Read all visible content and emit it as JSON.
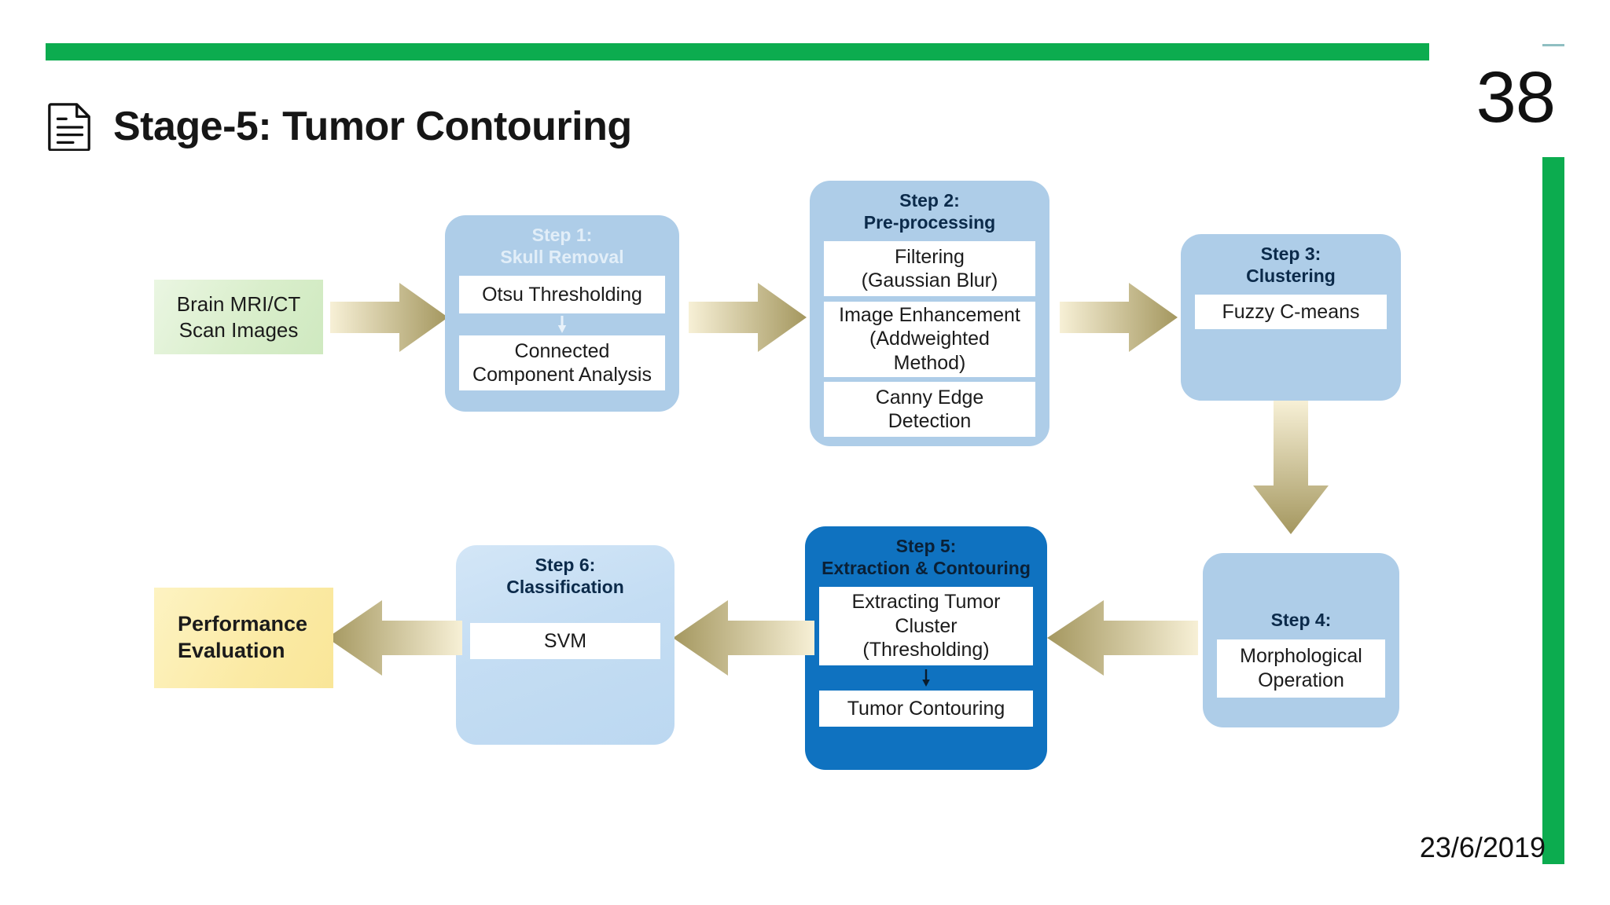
{
  "slide": {
    "title": "Stage-5: Tumor Contouring",
    "number": "38",
    "date": "23/6/2019",
    "title_icon": "document-icon",
    "accent_color": "#0CAC4F"
  },
  "diagram": {
    "input": {
      "line1": "Brain MRI/CT",
      "line2": "Scan Images"
    },
    "output": {
      "line1": "Performance",
      "line2": "Evaluation"
    },
    "steps": [
      {
        "id": "step-1",
        "head_line1": "Step 1:",
        "head_line2": "Skull Removal",
        "color": "#aecde8",
        "items": [
          {
            "line1": "Otsu Thresholding"
          },
          {
            "line1": "Connected",
            "line2": "Component Analysis"
          }
        ]
      },
      {
        "id": "step-2",
        "head_line1": "Step 2:",
        "head_line2": "Pre-processing",
        "color": "#aecde8",
        "items": [
          {
            "line1": "Filtering",
            "line2": "(Gaussian Blur)"
          },
          {
            "line1": "Image Enhancement",
            "line2": "(Addweighted",
            "line3": "Method)"
          },
          {
            "line1": "Canny Edge",
            "line2": "Detection"
          }
        ]
      },
      {
        "id": "step-3",
        "head_line1": "Step 3:",
        "head_line2": "Clustering",
        "color": "#aecde8",
        "items": [
          {
            "line1": "Fuzzy C-means"
          }
        ]
      },
      {
        "id": "step-4",
        "head_line1": "Step 4:",
        "head_line2": "",
        "color": "#aecde8",
        "items": [
          {
            "line1": "Morphological",
            "line2": "Operation"
          }
        ]
      },
      {
        "id": "step-5",
        "head_line1": "Step 5:",
        "head_line2": "Extraction & Contouring",
        "color": "#0f72c0",
        "items": [
          {
            "line1": "Extracting Tumor",
            "line2": "Cluster",
            "line3": "(Thresholding)"
          },
          {
            "line1": "Tumor Contouring"
          }
        ]
      },
      {
        "id": "step-6",
        "head_line1": "Step 6:",
        "head_line2": "Classification",
        "color": "#c9e0f5",
        "items": [
          {
            "line1": "SVM"
          }
        ]
      }
    ],
    "flow_arrows": [
      {
        "name": "arrow-input-to-step1",
        "direction": "right"
      },
      {
        "name": "arrow-step1-to-step2",
        "direction": "right"
      },
      {
        "name": "arrow-step2-to-step3",
        "direction": "right"
      },
      {
        "name": "arrow-step3-to-step4",
        "direction": "down"
      },
      {
        "name": "arrow-step4-to-step5",
        "direction": "left"
      },
      {
        "name": "arrow-step5-to-step6",
        "direction": "left"
      },
      {
        "name": "arrow-step6-to-output",
        "direction": "left"
      }
    ],
    "arrow_color_light": "#f6eed2",
    "arrow_color_dark": "#a79a63"
  }
}
